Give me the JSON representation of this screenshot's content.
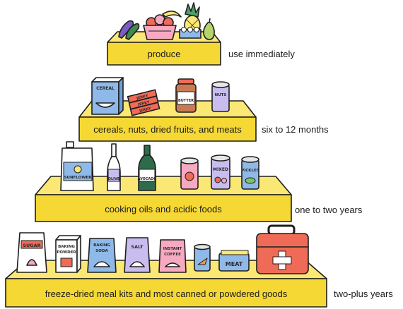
{
  "tiers": [
    {
      "label": "produce",
      "duration": "use immediately",
      "items": [
        {
          "icon": "eggplant-icon"
        },
        {
          "icon": "fruit-basket-icon"
        },
        {
          "icon": "bananas-icon"
        },
        {
          "icon": "pineapple-icon"
        },
        {
          "icon": "pear-icon"
        },
        {
          "icon": "egg-carton-icon"
        }
      ]
    },
    {
      "label": "cereals, nuts, dried fruits, and meats",
      "duration": "six to 12 months",
      "items": [
        {
          "icon": "cereal-box-icon",
          "text": "CEREAL"
        },
        {
          "icon": "jerky-icon",
          "text": "JERKY"
        },
        {
          "icon": "jar-icon",
          "text": "BUTTER"
        },
        {
          "icon": "can-icon",
          "text": "NUTS"
        }
      ]
    },
    {
      "label": "cooking oils and acidic foods",
      "duration": "one to two years",
      "items": [
        {
          "icon": "oil-jug-icon",
          "text": "SUNFLOWER"
        },
        {
          "icon": "bottle-icon",
          "text": "OLIVE"
        },
        {
          "icon": "bottle-icon",
          "text": "AVOCADO"
        },
        {
          "icon": "can-icon",
          "text": ""
        },
        {
          "icon": "can-icon",
          "text": "MIXED"
        },
        {
          "icon": "can-icon",
          "text": "PICKLES"
        }
      ]
    },
    {
      "label": "freeze-dried meal kits and most canned or powdered goods",
      "duration": "two-plus years",
      "items": [
        {
          "icon": "bag-icon",
          "text": "SUGAR"
        },
        {
          "icon": "box-icon",
          "text": "BAKING POWDER"
        },
        {
          "icon": "bag-icon",
          "text": "BAKING SODA"
        },
        {
          "icon": "bag-icon",
          "text": "SALT"
        },
        {
          "icon": "box-icon",
          "text": "INSTANT COFFEE"
        },
        {
          "icon": "can-icon",
          "text": ""
        },
        {
          "icon": "tin-icon",
          "text": "MEAT"
        },
        {
          "icon": "meal-kit-box-icon"
        }
      ]
    }
  ],
  "colors": {
    "tier_top": "#fbe774",
    "tier_front": "#f6d834",
    "outline": "#1e1e1e",
    "red": "#ef6b57",
    "lavender": "#c9bdf0",
    "blue": "#8fb9e8",
    "pink": "#f7a9c2",
    "green": "#4aa06a"
  }
}
